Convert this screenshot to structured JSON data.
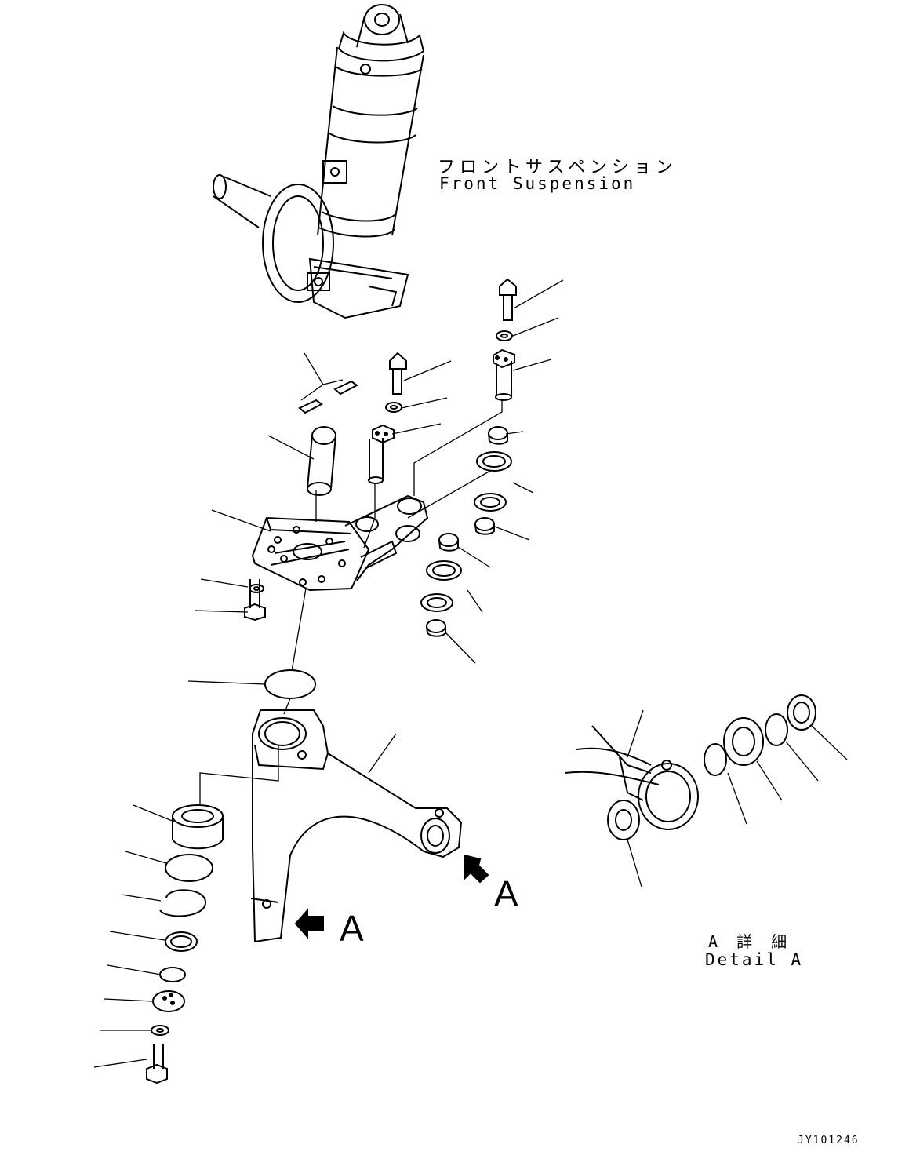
{
  "labels": {
    "front_suspension_jp": "フロントサスペンション",
    "front_suspension_en": "Front Suspension",
    "view_marker_a": "A",
    "detail_a_jp": "A 詳 細",
    "detail_a_en": "Detail A",
    "drawing_code": "JY101246"
  },
  "colors": {
    "line": "#000000",
    "background": "#ffffff"
  }
}
